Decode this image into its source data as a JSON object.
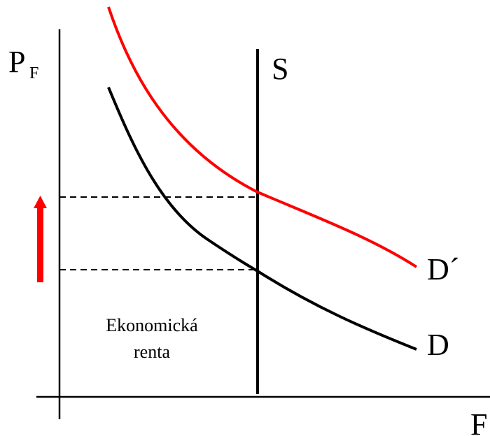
{
  "diagram": {
    "y_axis_label": "P",
    "y_axis_subscript": "F",
    "x_axis_label": "F",
    "supply_label": "S",
    "demand_label": "D",
    "new_demand_label": "D´",
    "rent_label_line1": "Ekonomická",
    "rent_label_line2": "renta",
    "colors": {
      "axes": "#000000",
      "demand": "#000000",
      "new_demand": "#ff0000",
      "arrow": "#ff0000",
      "supply": "#000000"
    }
  }
}
